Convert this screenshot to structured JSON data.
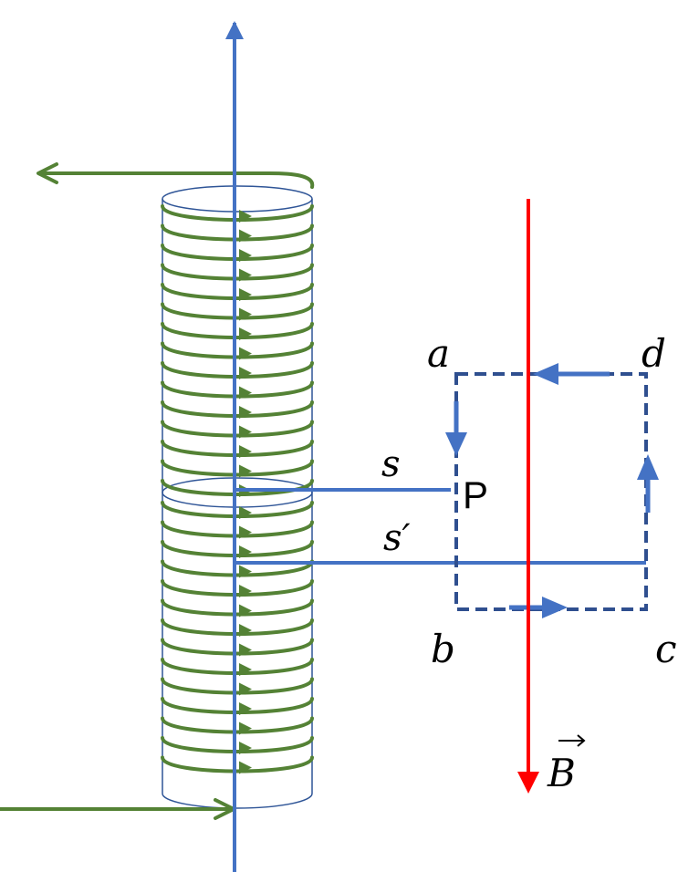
{
  "labels": {
    "a": "a",
    "b": "b",
    "c": "c",
    "d": "d",
    "s": "s",
    "s_prime": "s′",
    "point": "P",
    "field": "B"
  },
  "colors": {
    "axis": "#4472C4",
    "coil": "#548235",
    "field": "#FF0000",
    "loop": "#2F4F8F",
    "loop_arrow": "#4472C4",
    "cylinder_outline": "#2F5597",
    "text": "#000000"
  },
  "icons": {
    "field_vector_arrow": "right-arrow-over-letter"
  }
}
